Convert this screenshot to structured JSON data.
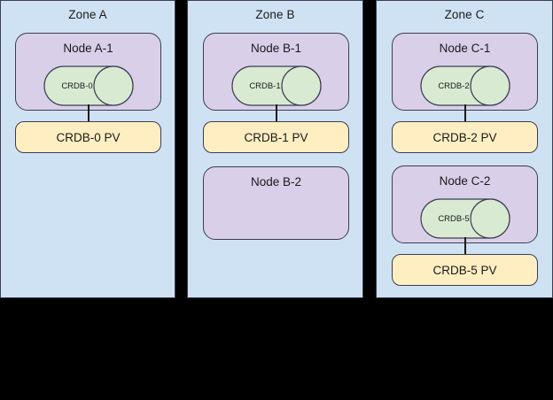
{
  "diagram": {
    "title": "CockroachDB pods, nodes, zones and persistent volumes",
    "colors": {
      "zone_fill": "#cfe2f3",
      "node_fill": "#d9cfe9",
      "pv_fill": "#ffeec2",
      "db_fill": "#d9ead3",
      "stroke": "#3d3d52",
      "background": "#000000"
    },
    "zones": [
      {
        "id": "zone-a",
        "label": "Zone A",
        "nodes": [
          {
            "id": "node-a-1",
            "label": "Node A-1",
            "database": {
              "id": "crdb-0",
              "label": "CRDB-0"
            },
            "pv": {
              "id": "crdb-0-pv",
              "label": "CRDB-0 PV"
            }
          }
        ]
      },
      {
        "id": "zone-b",
        "label": "Zone B",
        "nodes": [
          {
            "id": "node-b-1",
            "label": "Node B-1",
            "database": {
              "id": "crdb-1",
              "label": "CRDB-1"
            },
            "pv": {
              "id": "crdb-1-pv",
              "label": "CRDB-1 PV"
            }
          },
          {
            "id": "node-b-2",
            "label": "Node B-2",
            "database": null,
            "pv": null
          }
        ]
      },
      {
        "id": "zone-c",
        "label": "Zone C",
        "nodes": [
          {
            "id": "node-c-1",
            "label": "Node C-1",
            "database": {
              "id": "crdb-2",
              "label": "CRDB-2"
            },
            "pv": {
              "id": "crdb-2-pv",
              "label": "CRDB-2 PV"
            }
          },
          {
            "id": "node-c-2",
            "label": "Node C-2",
            "database": {
              "id": "crdb-5",
              "label": "CRDB-5"
            },
            "pv": {
              "id": "crdb-5-pv",
              "label": "CRDB-5 PV"
            }
          }
        ]
      }
    ]
  }
}
